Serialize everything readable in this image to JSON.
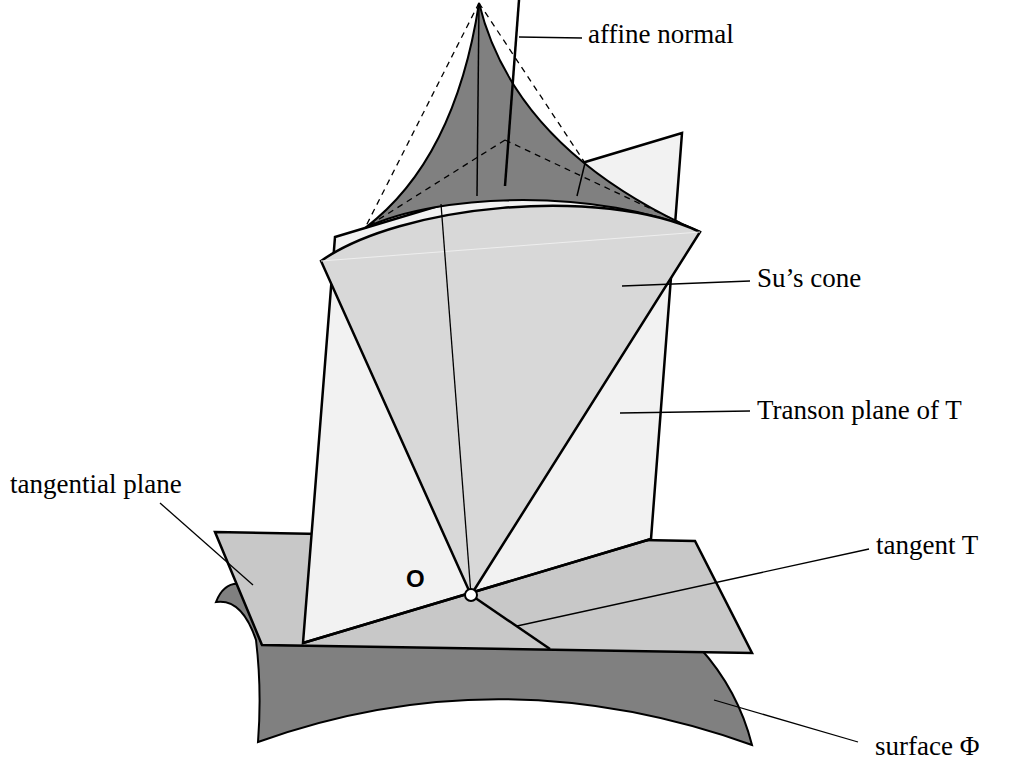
{
  "diagram": {
    "labels": [
      "affine normal",
      "Su’s cone",
      "Transon plane of T",
      "tangential plane",
      "tangent T",
      "surface Φ",
      "O"
    ]
  }
}
